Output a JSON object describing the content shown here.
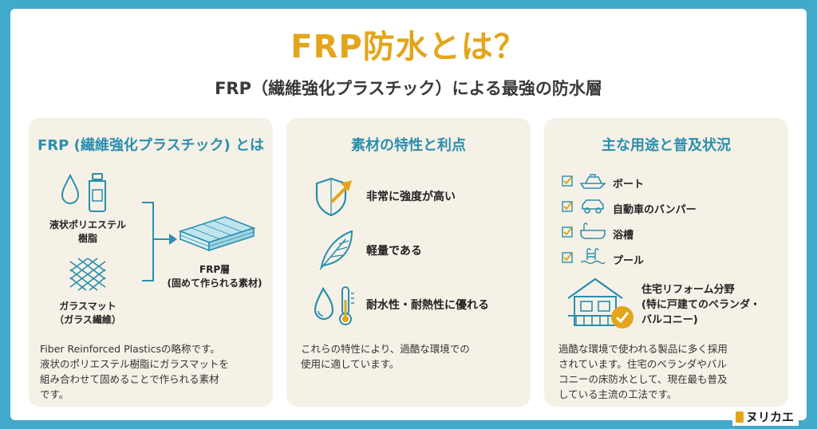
{
  "title": "FRP防水とは？",
  "subtitle": "FRP（繊維強化プラスチック）による最強の防水層",
  "card1": {
    "heading": "FRP (繊維強化プラスチック) とは",
    "label_resin_1": "液状ポリエステル",
    "label_resin_2": "樹脂",
    "label_glass_1": "ガラスマット",
    "label_glass_2": "（ガラス繊維）",
    "label_frp_1": "FRP層",
    "label_frp_2": "(固めて作られる素材)",
    "text_1": "Fiber Reinforced Plasticsの略称です。",
    "text_2": "液状のポリエステル樹脂にガラスマットを",
    "text_3": "組み合わせて固めることで作られる素材",
    "text_4": "です。"
  },
  "card2": {
    "heading": "素材の特性と利点",
    "features": [
      "非常に強度が高い",
      "軽量である",
      "耐水性・耐熱性に優れる"
    ],
    "text_1": "これらの特性により、過酷な環境での",
    "text_2": "使用に適しています。"
  },
  "card3": {
    "heading": "主な用途と普及状況",
    "uses": [
      "ボート",
      "自動車のバンパー",
      "浴槽",
      "プール"
    ],
    "reform_1": "住宅リフォーム分野",
    "reform_2": "(特に戸建てのベランダ・",
    "reform_3": "バルコニー)",
    "text_1": "過酷な環境で使われる製品に多く採用",
    "text_2": "されています。住宅のベランダやバル",
    "text_3": "コニーの床防水として、現在最も普及",
    "text_4": "している主流の工法です。"
  },
  "logo": {
    "text": "ヌリカエ"
  },
  "colors": {
    "frame": "#41a9c9",
    "accent": "#e3a51a",
    "heading": "#2a8fae",
    "card": "#f6f1e7",
    "check": "#e3a51a"
  }
}
